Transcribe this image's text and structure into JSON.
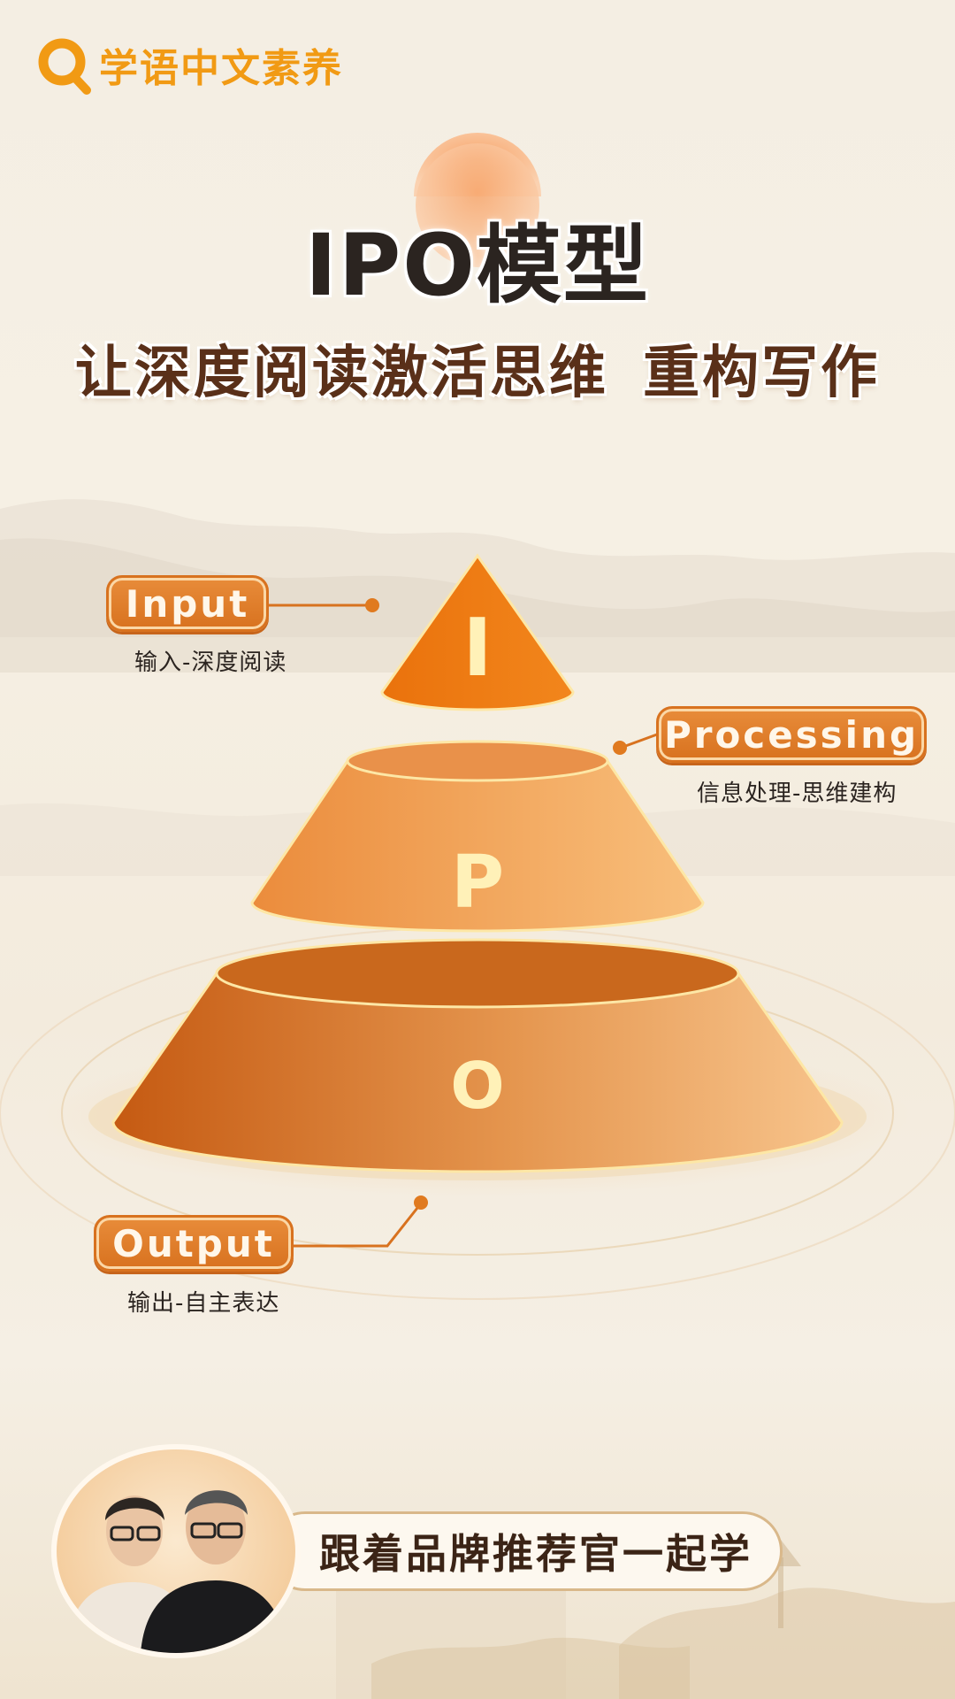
{
  "brand": {
    "name": "学语中文素养",
    "icon": "search-magnifier-icon",
    "color": "#f19a14"
  },
  "header": {
    "title": "IPO模型",
    "subtitle": "让深度阅读激活思维  重构写作"
  },
  "model": {
    "input": {
      "label": "Input",
      "description": "输入-深度阅读",
      "letter": "I"
    },
    "processing": {
      "label": "Processing",
      "description": "信息处理-思维建构",
      "letter": "P"
    },
    "output": {
      "label": "Output",
      "description": "输出-自主表达",
      "letter": "O"
    }
  },
  "footer": {
    "cta": "跟着品牌推荐官一起学"
  },
  "colors": {
    "accent": "#e07a1f",
    "dark_text": "#2b2420",
    "title_brown": "#5a3019"
  }
}
